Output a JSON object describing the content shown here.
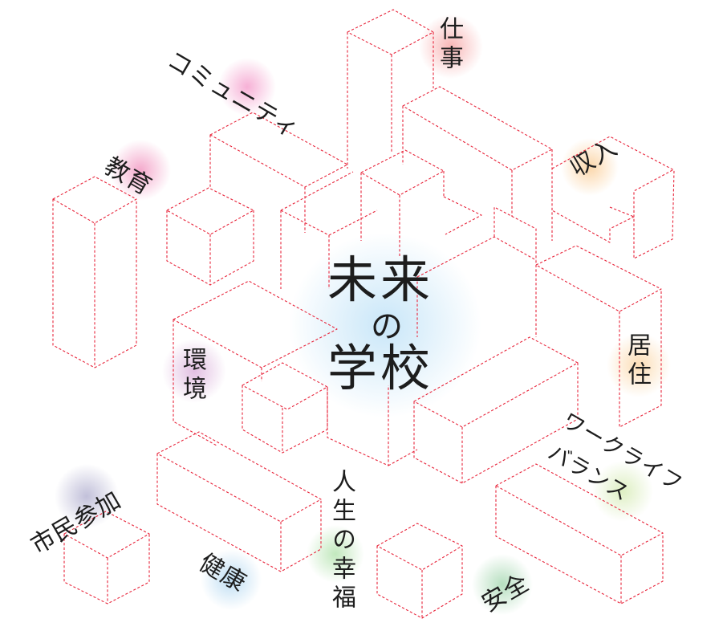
{
  "title": {
    "line1": "未来",
    "particle": "の",
    "line2": "学校"
  },
  "colors": {
    "line": "#e8253b",
    "text": "#1d1d1d"
  },
  "labels": [
    {
      "id": "community",
      "text": "コミュニティ",
      "color": "#f5a3cf"
    },
    {
      "id": "work",
      "text": "仕事",
      "color": "#f7a9a9"
    },
    {
      "id": "education",
      "text": "教育",
      "color": "#f29ac3"
    },
    {
      "id": "income",
      "text": "収入",
      "color": "#fbcf9a"
    },
    {
      "id": "housing",
      "text": "居住",
      "color": "#fbd7a8"
    },
    {
      "id": "environment",
      "text": "環境",
      "color": "#dcb3dc"
    },
    {
      "id": "worklife1",
      "text": "ワークライフ",
      "color": "#d8ecb8"
    },
    {
      "id": "worklife2",
      "text": "バランス",
      "color": "#d8ecb8"
    },
    {
      "id": "civic",
      "text": "市民参加",
      "color": "#b7b5d3"
    },
    {
      "id": "happiness",
      "text": "人生の幸福",
      "color": "#b7e4b2"
    },
    {
      "id": "health",
      "text": "健康",
      "color": "#b3d8f1"
    },
    {
      "id": "safety",
      "text": "安全",
      "color": "#a9d9b4"
    }
  ],
  "center_glow": "#bfe2f7"
}
